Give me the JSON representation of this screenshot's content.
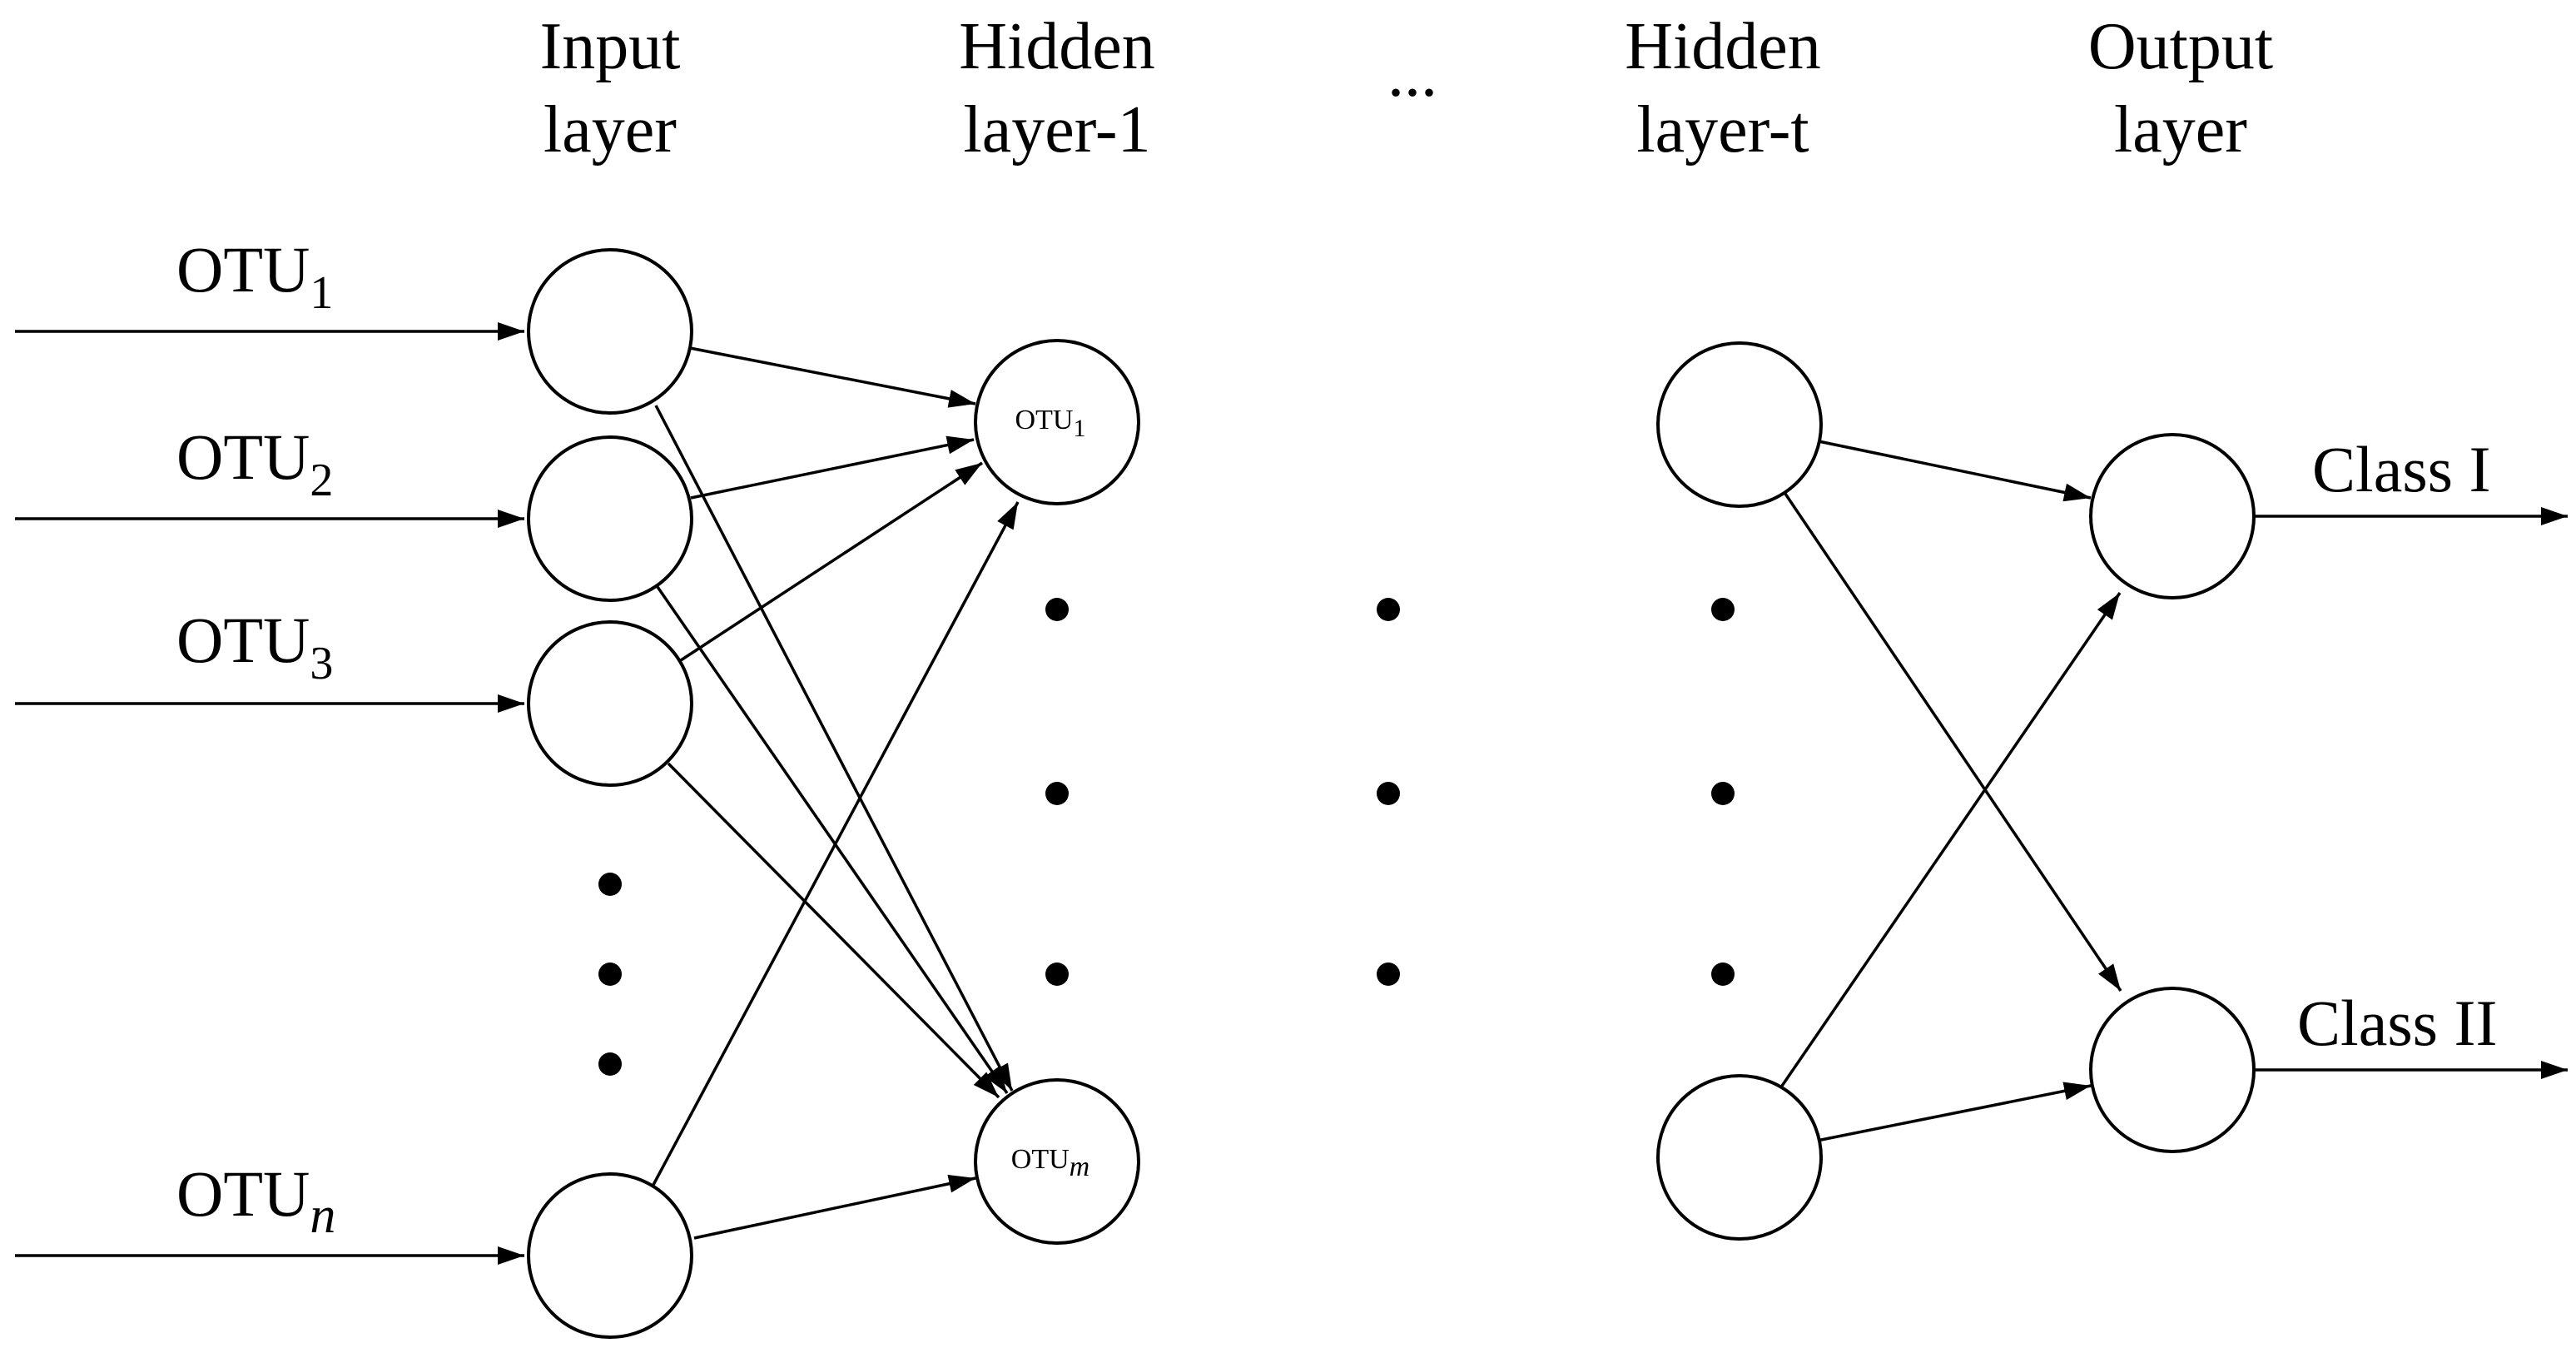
{
  "headers": {
    "input": [
      "Input",
      "layer"
    ],
    "hidden1": [
      "Hidden",
      "layer-1"
    ],
    "ellipsis": "...",
    "hiddent": [
      "Hidden",
      "layer-t"
    ],
    "output": [
      "Output",
      "layer"
    ]
  },
  "inputs": [
    {
      "base": "OTU",
      "sub": "1"
    },
    {
      "base": "OTU",
      "sub": "2"
    },
    {
      "base": "OTU",
      "sub": "3"
    },
    {
      "base": "OTU",
      "sub": "n"
    }
  ],
  "hidden_nodes": [
    {
      "base": "OTU",
      "sub": "1"
    },
    {
      "base": "OTU",
      "sub": "m"
    }
  ],
  "outputs": [
    "Class I",
    "Class II"
  ]
}
